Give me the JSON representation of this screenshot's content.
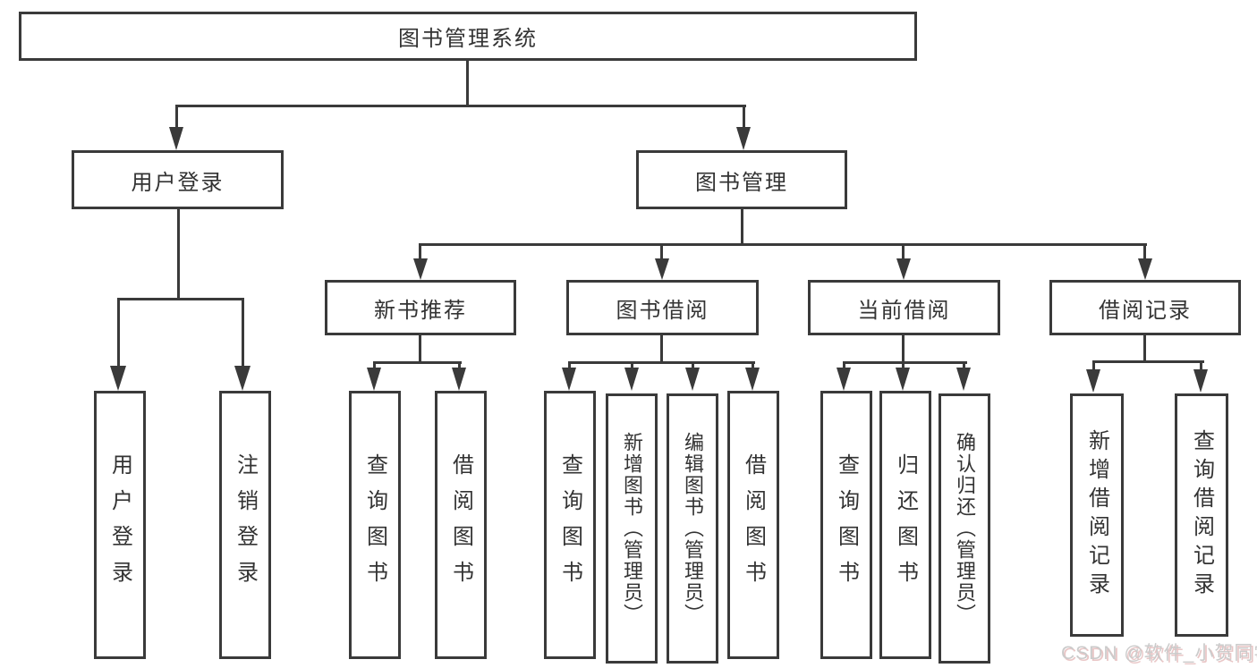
{
  "colors": {
    "line": "#3a3a3a",
    "text": "#333333",
    "background": "#ffffff",
    "watermark_text": "#cbcbcb",
    "watermark_shadow": "#e9c6c6"
  },
  "watermark": "CSDN @软件_小贺同学",
  "tree": {
    "root": "图书管理系统",
    "branches": [
      {
        "label": "用户登录",
        "children": [
          {
            "label": "用户登录"
          },
          {
            "label": "注销登录"
          }
        ]
      },
      {
        "label": "图书管理",
        "children": [
          {
            "label": "新书推荐",
            "children": [
              {
                "label": "查询图书"
              },
              {
                "label": "借阅图书"
              }
            ]
          },
          {
            "label": "图书借阅",
            "children": [
              {
                "label": "查询图书"
              },
              {
                "label": "新增图书（管理员）"
              },
              {
                "label": "编辑图书（管理员）"
              },
              {
                "label": "借阅图书"
              }
            ]
          },
          {
            "label": "当前借阅",
            "children": [
              {
                "label": "查询图书"
              },
              {
                "label": "归还图书"
              },
              {
                "label": "确认归还（管理员）"
              }
            ]
          },
          {
            "label": "借阅记录",
            "children": [
              {
                "label": "新增借阅记录"
              },
              {
                "label": "查询借阅记录"
              }
            ]
          }
        ]
      }
    ]
  }
}
